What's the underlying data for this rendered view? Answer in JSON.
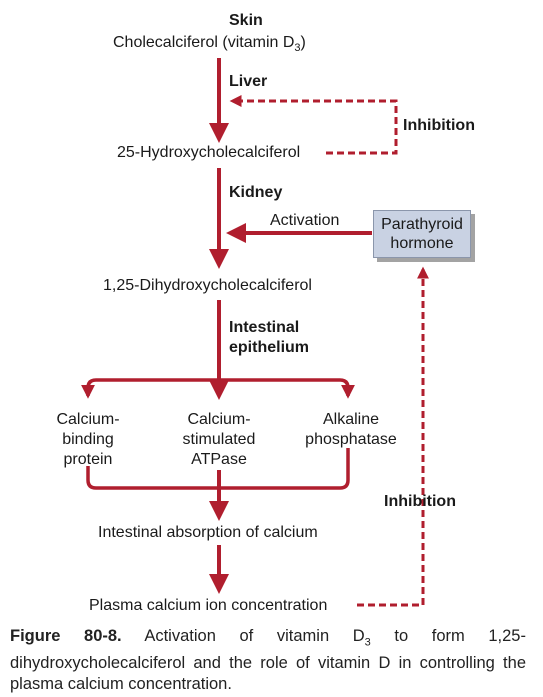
{
  "nodes": {
    "skin": "Skin",
    "cholecalciferol": "Cholecalciferol (vitamin D",
    "cholecalciferol_sub": "3",
    "cholecalciferol_end": ")",
    "liver": "Liver",
    "hydroxy25": "25-Hydroxycholecalciferol",
    "kidney": "Kidney",
    "activation": "Activation",
    "pth_line1": "Parathyroid",
    "pth_line2": "hormone",
    "dihydroxy": "1,25-Dihydroxycholecalciferol",
    "intestinal_line1": "Intestinal",
    "intestinal_line2": "epithelium",
    "cbp_line1": "Calcium-",
    "cbp_line2": "binding",
    "cbp_line3": "protein",
    "csa_line1": "Calcium-",
    "csa_line2": "stimulated",
    "csa_line3": "ATPase",
    "alp_line1": "Alkaline",
    "alp_line2": "phosphatase",
    "absorption": "Intestinal absorption of calcium",
    "plasma": "Plasma calcium ion concentration",
    "inhibition_top": "Inhibition",
    "inhibition_bottom": "Inhibition"
  },
  "caption": {
    "figure_label": "Figure 80-8.",
    "text_part1": "Activation of vitamin D",
    "text_sub": "3",
    "text_part2": " to form 1,25-dihydroxycholecalciferol and the role of vitamin D in controlling the plasma calcium concentration."
  },
  "colors": {
    "arrow": "#b01e2e",
    "box_fill": "#c9d2e3",
    "text": "#1a1a1a"
  }
}
